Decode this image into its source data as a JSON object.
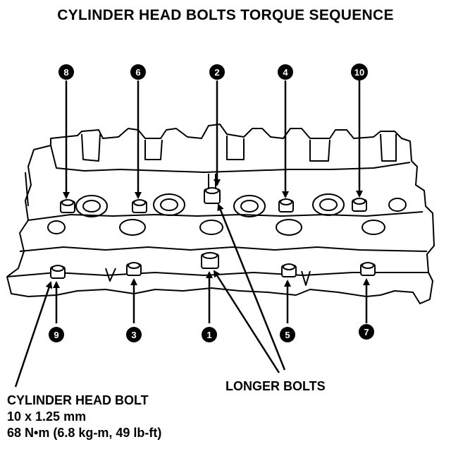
{
  "title": "CYLINDER HEAD BOLTS TORQUE SEQUENCE",
  "sequence": {
    "top": [
      "8",
      "6",
      "2",
      "4",
      "10"
    ],
    "bottom": [
      "9",
      "3",
      "1",
      "5",
      "7"
    ]
  },
  "bolt_spec": {
    "name": "CYLINDER HEAD BOLT",
    "size": "10 x 1.25 mm",
    "torque": "68 N•m (6.8 kg-m, 49 lb-ft)"
  },
  "longer_bolts_label": "LONGER BOLTS",
  "colors": {
    "ink": "#000000",
    "paper": "#ffffff"
  }
}
